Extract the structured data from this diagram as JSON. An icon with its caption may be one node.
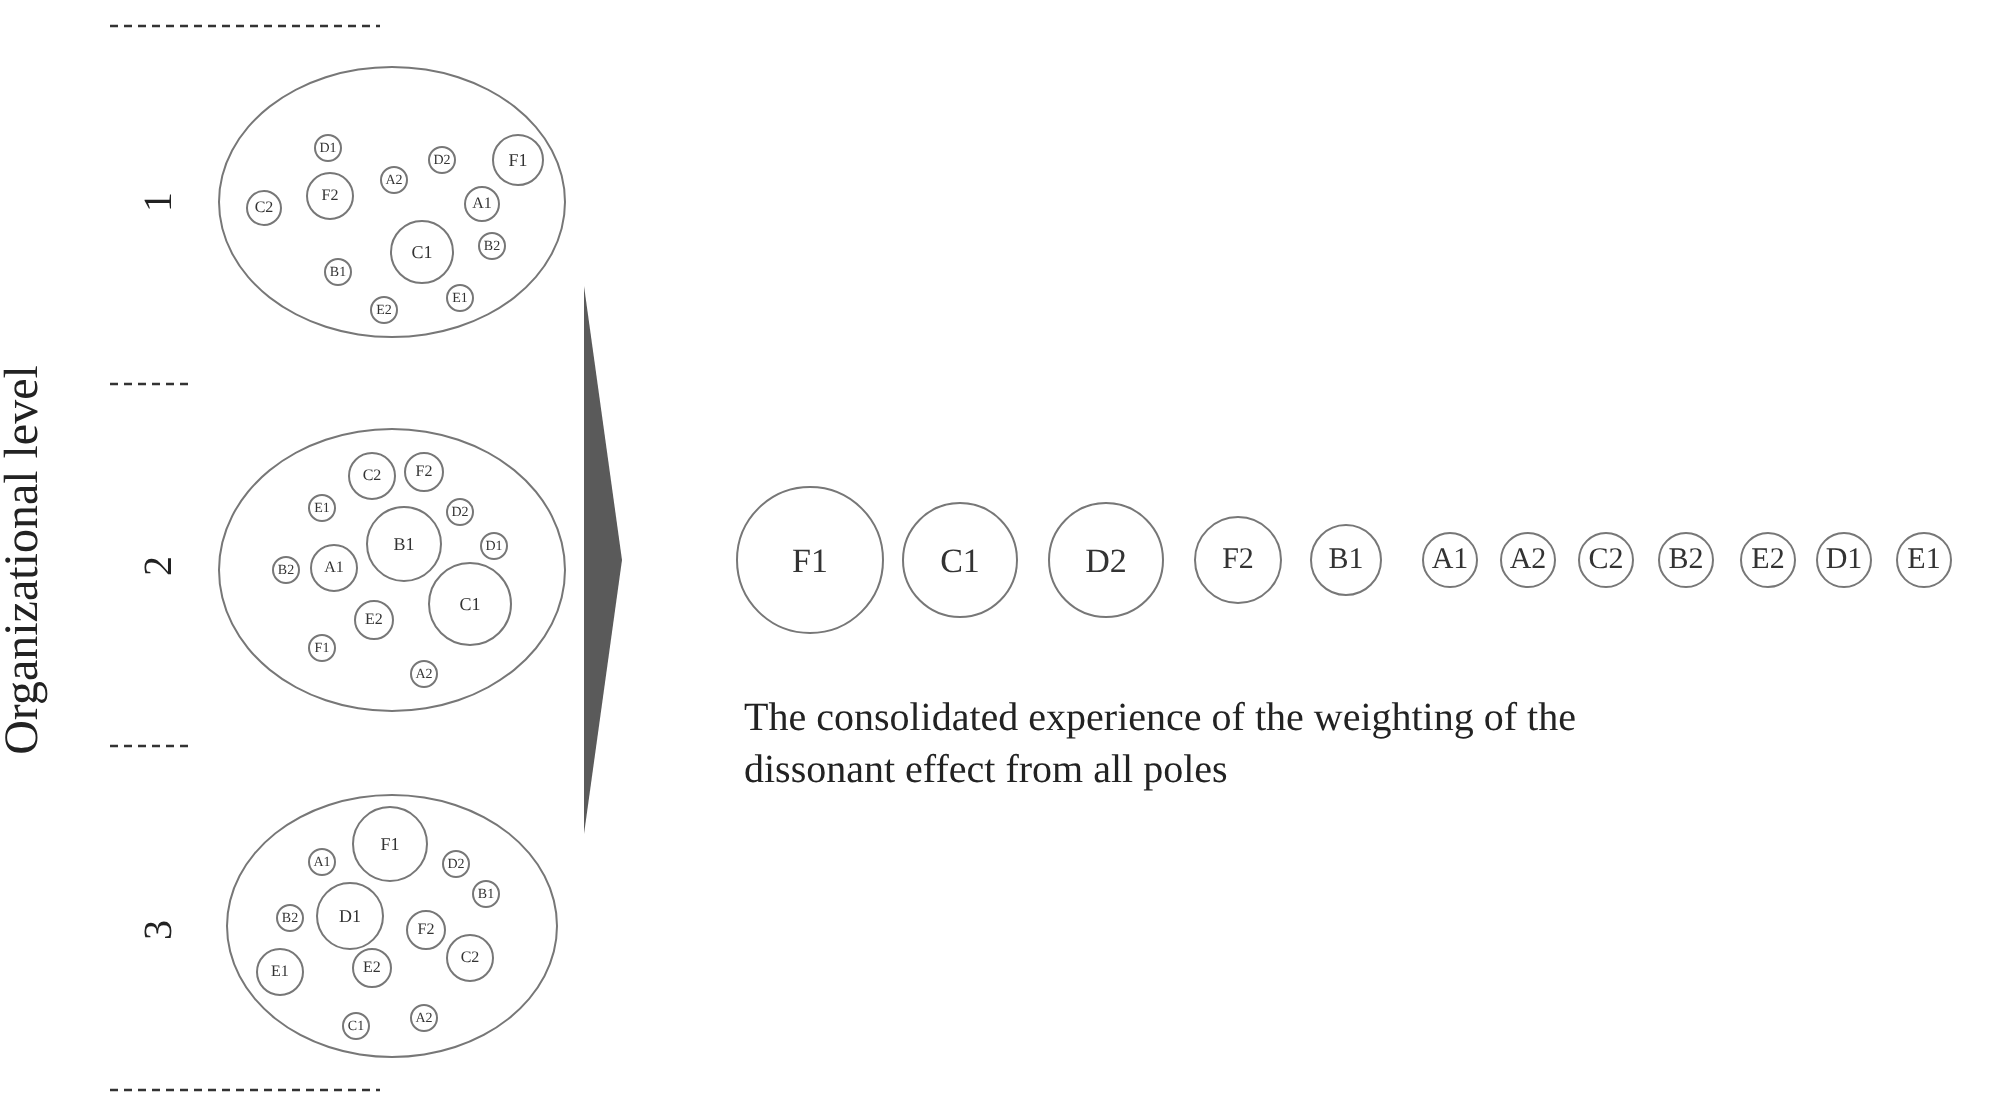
{
  "diagram": {
    "nodes": [
      {
        "text": [],
        "shape": "ellipse"
      },
      {
        "text": [
          "D1"
        ],
        "in": 0
      },
      {
        "text": [
          "F2"
        ],
        "in": 0
      },
      {
        "text": [
          "C2"
        ],
        "in": 0
      },
      {
        "text": [
          "A2"
        ],
        "in": 0
      },
      {
        "text": [
          "D2"
        ],
        "in": 0
      },
      {
        "text": [
          "F1"
        ],
        "in": 0
      },
      {
        "text": [
          "A1"
        ],
        "in": 0
      },
      {
        "text": [
          "B2"
        ],
        "in": 0
      },
      {
        "text": [
          "C1"
        ],
        "in": 0
      },
      {
        "text": [
          "B1"
        ],
        "in": 0
      },
      {
        "text": [
          "E2"
        ],
        "in": 0
      },
      {
        "text": [
          "E1"
        ],
        "in": 0
      },
      {
        "text": [],
        "shape": "ellipse"
      },
      {
        "text": [
          "C2"
        ],
        "in": 13
      },
      {
        "text": [
          "F2"
        ],
        "in": 13
      },
      {
        "text": [
          "E1"
        ],
        "in": 13
      },
      {
        "text": [
          "D2"
        ],
        "in": 13
      },
      {
        "text": [
          "B1"
        ],
        "in": 13
      },
      {
        "text": [
          "D1"
        ],
        "in": 13
      },
      {
        "text": [
          "A1"
        ],
        "in": 13
      },
      {
        "text": [
          "B2"
        ],
        "in": 13
      },
      {
        "text": [
          "C1"
        ],
        "in": 13
      },
      {
        "text": [
          "E2"
        ],
        "in": 13
      },
      {
        "text": [
          "F1"
        ],
        "in": 13
      },
      {
        "text": [
          "A2"
        ],
        "in": 13
      },
      {
        "text": [],
        "shape": "ellipse"
      },
      {
        "text": [
          "F1"
        ],
        "in": 26
      },
      {
        "text": [
          "A1"
        ],
        "in": 26
      },
      {
        "text": [
          "D2"
        ],
        "in": 26
      },
      {
        "text": [
          "B1"
        ],
        "in": 26
      },
      {
        "text": [
          "D1"
        ],
        "in": 26
      },
      {
        "text": [
          "B2"
        ],
        "in": 26
      },
      {
        "text": [
          "F2"
        ],
        "in": 26
      },
      {
        "text": [
          "C2"
        ],
        "in": 26
      },
      {
        "text": [
          "E1"
        ],
        "in": 26
      },
      {
        "text": [
          "E2"
        ],
        "in": 26
      },
      {
        "text": [
          "C1"
        ],
        "in": 26
      },
      {
        "text": [
          "A2"
        ],
        "in": 26
      },
      {
        "text": [
          "F1"
        ]
      },
      {
        "text": [
          "C1"
        ]
      },
      {
        "text": [
          "D2"
        ]
      },
      {
        "text": [
          "F2"
        ]
      },
      {
        "text": [
          "B1"
        ]
      },
      {
        "text": [
          "A1"
        ]
      },
      {
        "text": [
          "A2"
        ]
      },
      {
        "text": [
          "C2"
        ]
      },
      {
        "text": [
          "B2"
        ]
      },
      {
        "text": [
          "E2"
        ]
      },
      {
        "text": [
          "D1"
        ]
      },
      {
        "text": [
          "E1"
        ]
      }
    ],
    "labels": [
      "Organizational level",
      "1",
      "2",
      "3",
      "The consolidated experience of the weighting of the dissonant effect from all poles"
    ]
  }
}
